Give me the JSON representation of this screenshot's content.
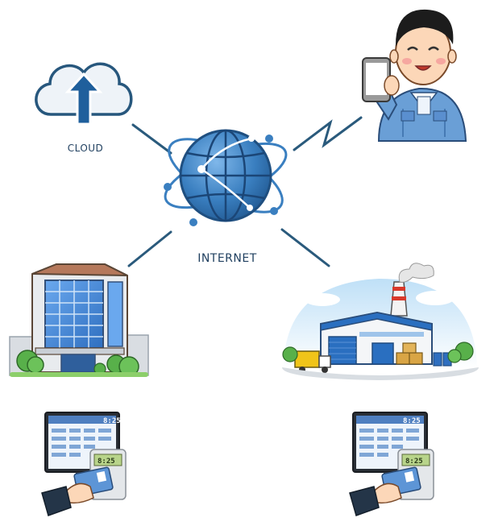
{
  "nodes": {
    "cloud": {
      "label": "CLOUD",
      "icon": "cloud-upload-icon"
    },
    "internet": {
      "label": "INTERNET",
      "icon": "globe-icon"
    },
    "mobile_user": {
      "icon": "person-with-smartphone-icon"
    },
    "office": {
      "icon": "office-building-icon"
    },
    "factory": {
      "icon": "factory-warehouse-icon"
    },
    "terminal_left": {
      "clock": "8:25",
      "reader": "8:25",
      "icon": "time-clock-terminal-icon"
    },
    "terminal_right": {
      "clock": "8:25",
      "reader": "8:25",
      "icon": "time-clock-terminal-icon"
    }
  },
  "colors": {
    "globe": "#3a7fc0",
    "globe_dark": "#225a93",
    "line": "#2a5a7c",
    "building_glass": "#4f8fd8",
    "factory_blue": "#2a6fc0",
    "shirt": "#6a9fd6"
  }
}
